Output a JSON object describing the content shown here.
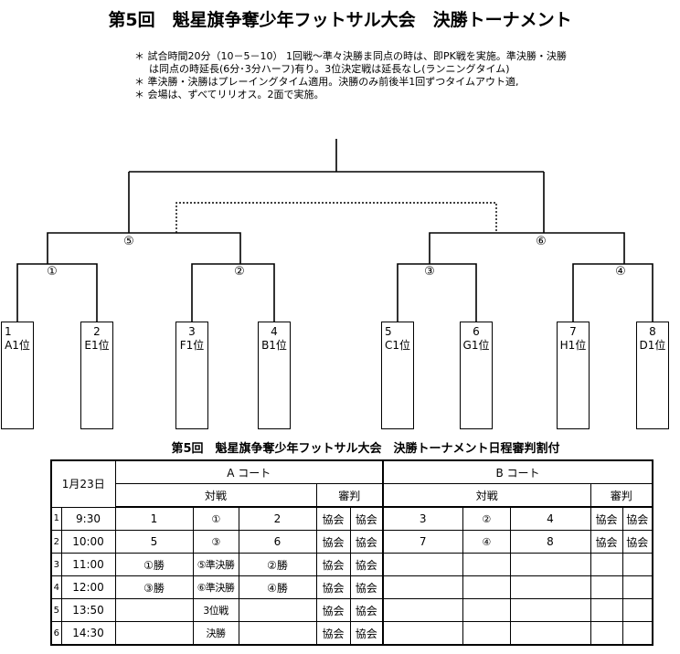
{
  "title": "第5回　魁星旗争奪少年フットサル大会　決勝トーナメント",
  "notes": [
    "＊ 試合時間20分（10－5－10） 1回戦～準々決勝ま同点の時は、即PK戦を実施。準決勝・決勝",
    "は同点の時延長(6分･3分ハーフ)有り。3位決定戦は延長なし(ランニングタイム)",
    "＊ 準決勝・決勝はプレーイングタイム適用。決勝のみ前後半1回ずつタイムアウト適,",
    "＊ 会場は、ずべてリリオス。2面で実施。"
  ],
  "bracket": {
    "matches": [
      "①",
      "②",
      "③",
      "④",
      "⑤",
      "⑥"
    ],
    "teams": [
      {
        "seed": "1",
        "name": "A1位"
      },
      {
        "seed": "2",
        "name": "E1位"
      },
      {
        "seed": "3",
        "name": "F1位"
      },
      {
        "seed": "4",
        "name": "B1位"
      },
      {
        "seed": "5",
        "name": "C1位"
      },
      {
        "seed": "6",
        "name": "G1位"
      },
      {
        "seed": "7",
        "name": "H1位"
      },
      {
        "seed": "8",
        "name": "D1位"
      }
    ]
  },
  "schedule": {
    "title": "第5回　魁星旗争奪少年フットサル大会　決勝トーナメント日程審判割付",
    "date": "1月23日",
    "courts": [
      {
        "name": "A コート",
        "match_header": "対戦",
        "referee_header": "審判"
      },
      {
        "name": "B コート",
        "match_header": "対戦",
        "referee_header": "審判"
      }
    ],
    "rows": [
      {
        "no": "1",
        "time": "9:30",
        "a": [
          "1",
          "①",
          "2",
          "協会",
          "協会"
        ],
        "b": [
          "3",
          "②",
          "4",
          "協会",
          "協会"
        ]
      },
      {
        "no": "2",
        "time": "10:00",
        "a": [
          "5",
          "③",
          "6",
          "協会",
          "協会"
        ],
        "b": [
          "7",
          "④",
          "8",
          "協会",
          "協会"
        ]
      },
      {
        "no": "3",
        "time": "11:00",
        "a": [
          "①勝",
          "⑤準決勝",
          "②勝",
          "協会",
          "協会"
        ],
        "b": [
          "",
          "",
          "",
          "",
          ""
        ]
      },
      {
        "no": "4",
        "time": "12:00",
        "a": [
          "③勝",
          "⑥準決勝",
          "④勝",
          "協会",
          "協会"
        ],
        "b": [
          "",
          "",
          "",
          "",
          ""
        ]
      },
      {
        "no": "5",
        "time": "13:50",
        "a": [
          "",
          "3位戦",
          "",
          "協会",
          "協会"
        ],
        "b": [
          "",
          "",
          "",
          "",
          ""
        ]
      },
      {
        "no": "6",
        "time": "14:30",
        "a": [
          "",
          "決勝",
          "",
          "協会",
          "協会"
        ],
        "b": [
          "",
          "",
          "",
          "",
          ""
        ]
      }
    ]
  }
}
